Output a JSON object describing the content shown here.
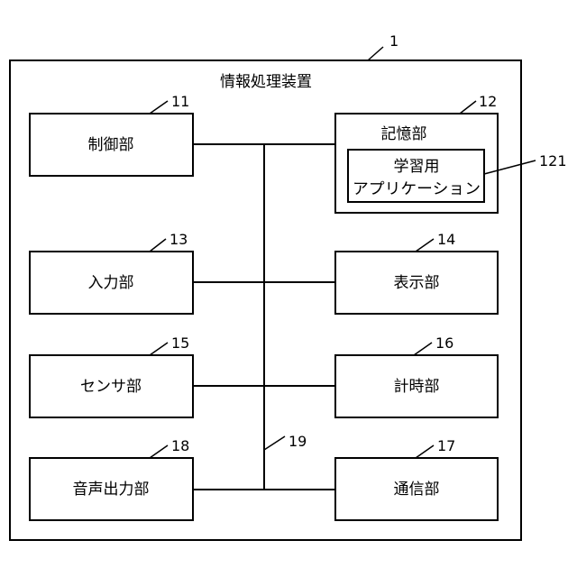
{
  "device": {
    "label": "情報処理装置",
    "ref": "1"
  },
  "units": {
    "control": {
      "label": "制御部",
      "ref": "11"
    },
    "storage": {
      "label": "記憶部",
      "ref": "12"
    },
    "input": {
      "label": "入力部",
      "ref": "13"
    },
    "display": {
      "label": "表示部",
      "ref": "14"
    },
    "sensor": {
      "label": "センサ部",
      "ref": "15"
    },
    "timer": {
      "label": "計時部",
      "ref": "16"
    },
    "comm": {
      "label": "通信部",
      "ref": "17"
    },
    "audio_out": {
      "label": "音声出力部",
      "ref": "18"
    }
  },
  "application": {
    "line1": "学習用",
    "line2": "アプリケーション",
    "ref": "121"
  },
  "bus": {
    "ref": "19"
  }
}
